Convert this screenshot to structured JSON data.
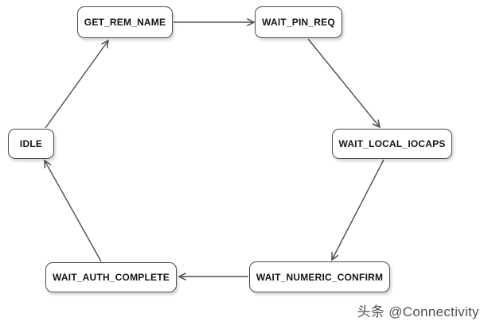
{
  "diagram": {
    "type": "state-machine",
    "nodes": [
      {
        "id": "idle",
        "label": "IDLE"
      },
      {
        "id": "get_rem_name",
        "label": "GET_REM_NAME"
      },
      {
        "id": "wait_pin_req",
        "label": "WAIT_PIN_REQ"
      },
      {
        "id": "wait_local_iocaps",
        "label": "WAIT_LOCAL_IOCAPS"
      },
      {
        "id": "wait_numeric_confirm",
        "label": "WAIT_NUMERIC_CONFIRM"
      },
      {
        "id": "wait_auth_complete",
        "label": "WAIT_AUTH_COMPLETE"
      }
    ],
    "edges": [
      {
        "from": "IDLE",
        "to": "GET_REM_NAME"
      },
      {
        "from": "GET_REM_NAME",
        "to": "WAIT_PIN_REQ"
      },
      {
        "from": "WAIT_PIN_REQ",
        "to": "WAIT_LOCAL_IOCAPS"
      },
      {
        "from": "WAIT_LOCAL_IOCAPS",
        "to": "WAIT_NUMERIC_CONFIRM"
      },
      {
        "from": "WAIT_NUMERIC_CONFIRM",
        "to": "WAIT_AUTH_COMPLETE"
      },
      {
        "from": "WAIT_AUTH_COMPLETE",
        "to": "IDLE"
      }
    ]
  },
  "watermark": {
    "text": "头条 @Connectivity"
  },
  "colors": {
    "node_fill": "#ffffff",
    "node_border": "#4d4d4d",
    "edge_stroke": "#4d4d4d",
    "label_text": "#141414",
    "watermark_text": "#515151",
    "background": "#ffffff"
  }
}
